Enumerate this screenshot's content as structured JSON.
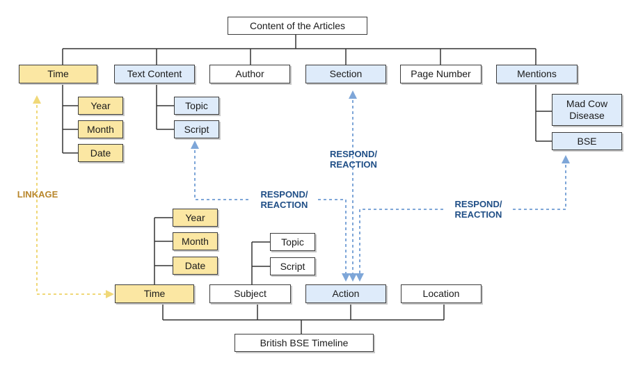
{
  "diagram": {
    "articles_root": "Content of the Articles",
    "articles": {
      "time": "Time",
      "time_year": "Year",
      "time_month": "Month",
      "time_date": "Date",
      "text_content": "Text Content",
      "topic": "Topic",
      "script": "Script",
      "author": "Author",
      "section": "Section",
      "page_number": "Page Number",
      "mentions": "Mentions",
      "mad_cow": "Mad Cow Disease",
      "bse": "BSE"
    },
    "timeline_root": "British BSE Timeline",
    "timeline": {
      "time": "Time",
      "time_year": "Year",
      "time_month": "Month",
      "time_date": "Date",
      "subject": "Subject",
      "topic": "Topic",
      "script": "Script",
      "action": "Action",
      "location": "Location"
    },
    "relations": {
      "linkage": "LINKAGE",
      "respond_1": "RESPOND/ REACTION",
      "respond_2": "RESPOND/ REACTION",
      "respond_3": "RESPOND/ REACTION"
    },
    "colors": {
      "yellow_fill": "#fbe7a3",
      "blue_fill": "#deebfa",
      "line": "#333333",
      "dashed_blue": "#7ea6d8",
      "dashed_yellow": "#f0d878",
      "label_blue": "#1f4e86",
      "label_gold": "#b8862b"
    }
  }
}
